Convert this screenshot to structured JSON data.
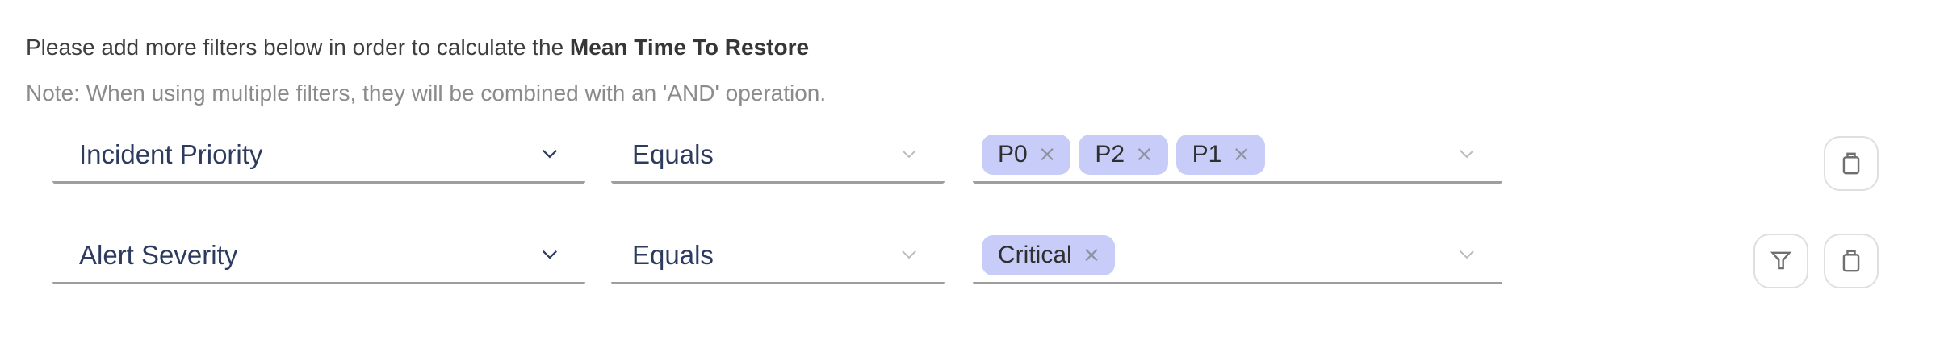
{
  "header": {
    "intro_text": "Please add more filters below in order to calculate the ",
    "intro_bold": "Mean Time To Restore",
    "note": "Note: When using multiple filters, they will be combined with an 'AND' operation."
  },
  "filter_rows": [
    {
      "field_label": "Incident Priority",
      "operator_label": "Equals",
      "tags": [
        "P0",
        "P2",
        "P1"
      ]
    },
    {
      "field_label": "Alert Severity",
      "operator_label": "Equals",
      "tags": [
        "Critical"
      ]
    }
  ],
  "icons": {
    "tag_remove_glyph": "×",
    "chevron": "chevron-down-icon",
    "trash": "trash-icon",
    "funnel": "filter-funnel-icon"
  },
  "colors": {
    "field_text": "#2d3b5e",
    "heading_text": "#3e3e3e",
    "note_text": "#8b8b8b",
    "underline": "#9e9e9e",
    "tag_bg": "#c7cdf8",
    "tag_text": "#2f2f2f",
    "tag_x": "#8f93a1",
    "chevron_muted": "#b9b9bf",
    "btn_border": "#dfdfdf",
    "btn_icon": "#6f6f6f"
  }
}
